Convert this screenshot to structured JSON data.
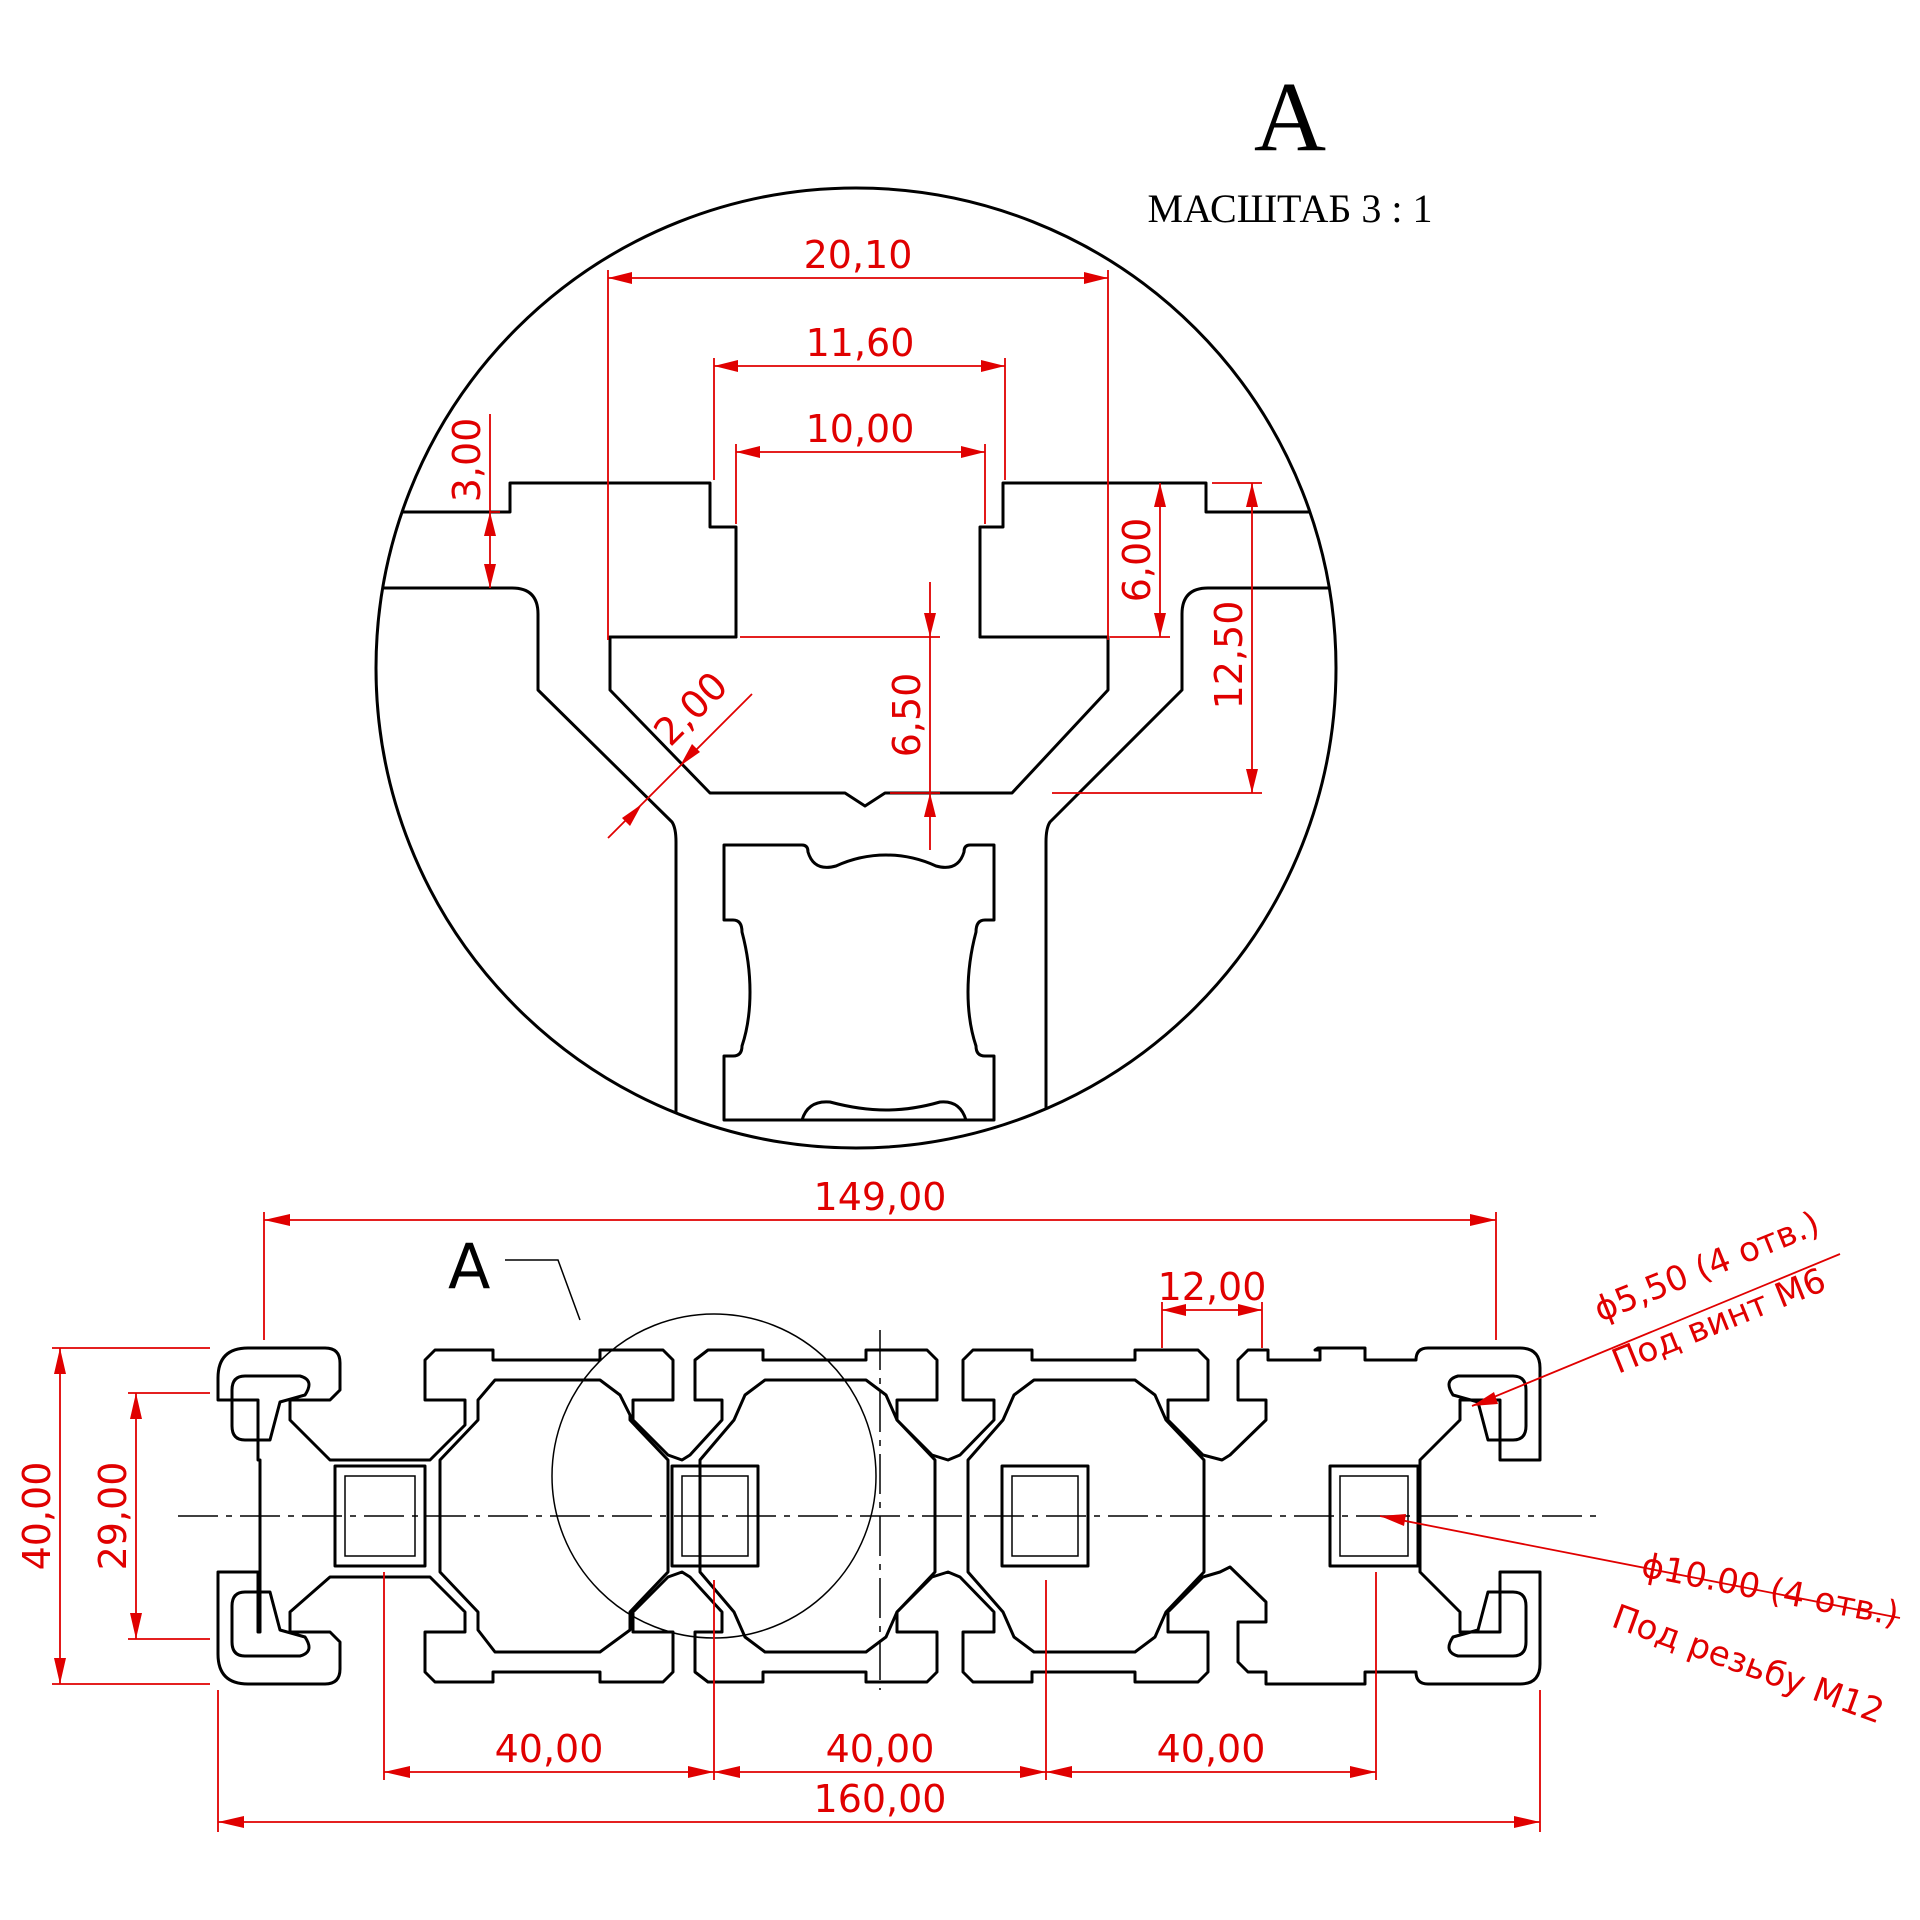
{
  "detail_view": {
    "letter": "A",
    "scale_label": "МАСШТАБ 3 : 1"
  },
  "detail_dimensions": {
    "slot_outer_width": "20,10",
    "slot_mid_width": "11,60",
    "slot_opening": "10,00",
    "lip_thickness": "3,00",
    "slot_depth_upper": "6,00",
    "slot_depth_total": "12,50",
    "web_depth": "6,50",
    "wall_thickness": "2,00"
  },
  "main_view": {
    "detail_callout": "A",
    "dims": {
      "inner_width": "149,00",
      "slot_width": "12,00",
      "height": "40,00",
      "slot_spacing_vertical": "29,00",
      "pitch_1": "40,00",
      "pitch_2": "40,00",
      "pitch_3": "40,00",
      "overall_width": "160,00"
    },
    "notes": {
      "hole_small": "ϕ5,50 (4 отв.)",
      "hole_small_purpose": "Под винт М6",
      "hole_large": "ϕ10.00 (4 отв.)",
      "hole_large_purpose": "Под резьбу М12"
    }
  },
  "colors": {
    "outline": "#000000",
    "dimension": "#e00000",
    "background": "#ffffff"
  }
}
